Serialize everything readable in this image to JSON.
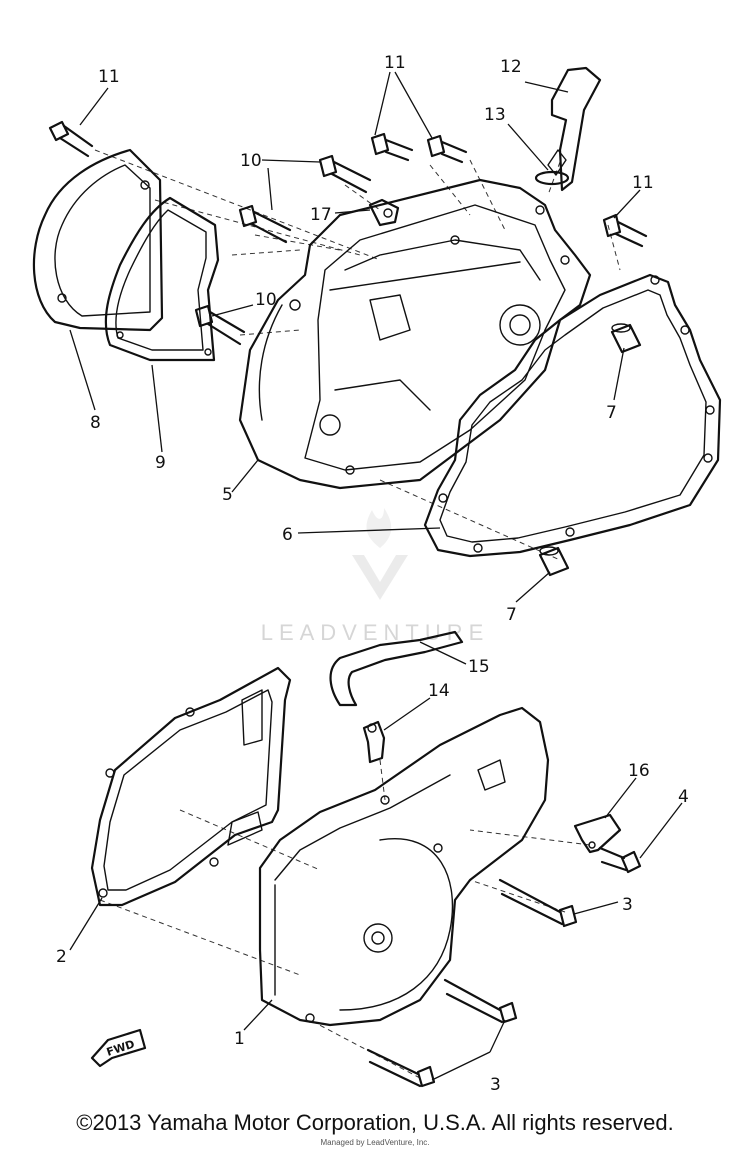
{
  "callouts": {
    "c1": "1",
    "c2": "2",
    "c3a": "3",
    "c3b": "3",
    "c4": "4",
    "c5": "5",
    "c6": "6",
    "c7a": "7",
    "c7b": "7",
    "c8": "8",
    "c9": "9",
    "c10a": "10",
    "c10b": "10",
    "c11a": "11",
    "c11b": "11",
    "c11c": "11",
    "c12": "12",
    "c13": "13",
    "c14": "14",
    "c15": "15",
    "c16": "16",
    "c17": "17"
  },
  "fwd_label": "FWD",
  "watermark": "LEADVENTURE",
  "footer": "©2013 Yamaha Motor Corporation, U.S.A. All rights reserved.",
  "footer_small": "Managed by LeadVenture, Inc."
}
